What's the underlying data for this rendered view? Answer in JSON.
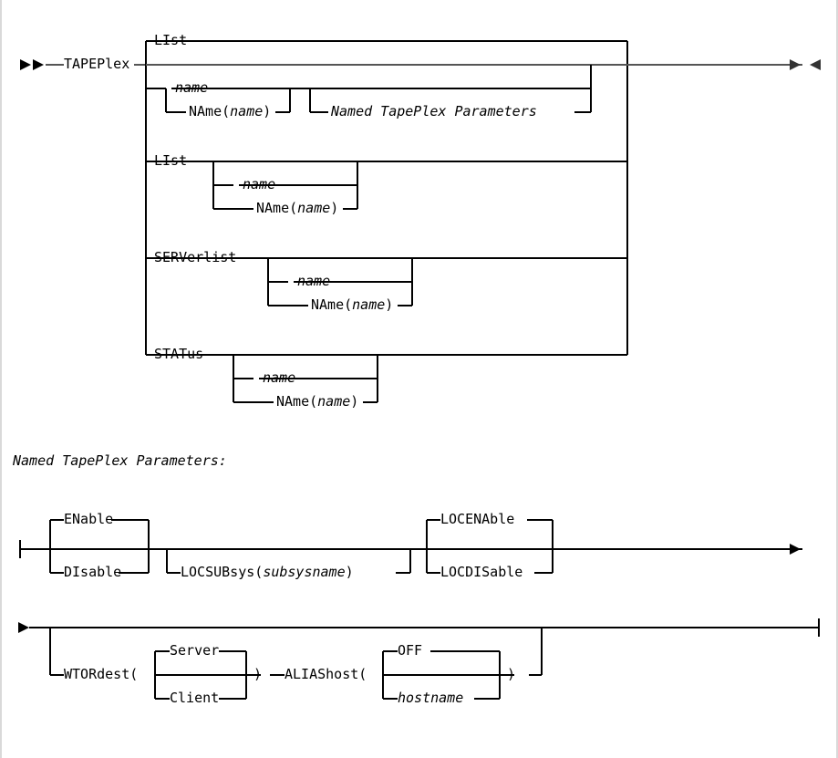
{
  "diagram": {
    "title": "TAPEPlex command syntax railroad diagram",
    "type": "railroad-syntax",
    "main": {
      "start_marker": "►►",
      "end_marker": "►◄",
      "keyword": "TAPEPlex",
      "branches": [
        {
          "id": "b1-list",
          "label": "LIst",
          "kind": "default-top"
        },
        {
          "id": "b1-passthru",
          "label": "",
          "kind": "main-line"
        },
        {
          "id": "b1-name",
          "label": "name",
          "kind": "italic-option"
        },
        {
          "id": "b1-namefn",
          "label": "NAme(name)",
          "kind": "option",
          "italic_arg": "name"
        },
        {
          "id": "b1-params",
          "label": "Named TapePlex Parameters",
          "kind": "fragment-ref"
        },
        {
          "id": "b2-list",
          "label": "LIst",
          "kind": "alternative"
        },
        {
          "id": "b2-name",
          "label": "name",
          "kind": "italic-option"
        },
        {
          "id": "b2-namefn",
          "label": "NAme(name)",
          "kind": "option",
          "italic_arg": "name"
        },
        {
          "id": "b3-serverlist",
          "label": "SERVerlist",
          "kind": "alternative"
        },
        {
          "id": "b3-name",
          "label": "name",
          "kind": "italic-option"
        },
        {
          "id": "b3-namefn",
          "label": "NAme(name)",
          "kind": "option",
          "italic_arg": "name"
        },
        {
          "id": "b4-status",
          "label": "STATus",
          "kind": "alternative"
        },
        {
          "id": "b4-name",
          "label": "name",
          "kind": "italic-option"
        },
        {
          "id": "b4-namefn",
          "label": "NAme(name)",
          "kind": "option",
          "italic_arg": "name"
        }
      ]
    },
    "fragment_heading": "Named TapePlex Parameters:",
    "fragment_row1": {
      "start_marker": "|",
      "end_marker": "►",
      "choices_a": {
        "default": "ENable",
        "alternate": "DIsable"
      },
      "optional_b": {
        "label": "LOCSUBsys(subsysname)",
        "keyword": "LOCSUBsys(",
        "arg": "subsysname",
        "close": ")"
      },
      "choices_c": {
        "default": "LOCENAble",
        "alternate": "LOCDISable"
      }
    },
    "fragment_row2": {
      "start_marker": "►",
      "end_marker": "|",
      "optional_wtordest": {
        "keyword": "WTORdest(",
        "close": ")",
        "choices": {
          "default": "Server",
          "alternate": "Client"
        }
      },
      "optional_aliashost": {
        "keyword": "ALIAShost(",
        "close": ")",
        "choices": {
          "default": "OFF",
          "alternate": "hostname",
          "alternate_italic": true
        }
      }
    },
    "labels": {
      "tapeplex": "TAPEPlex",
      "list_1": "LIst",
      "name_1": "name",
      "namefn_1_pre": "NAme(",
      "namefn_1_arg": "name",
      "namefn_1_post": ")",
      "params_ref": "Named TapePlex Parameters",
      "list_2": "LIst",
      "name_2": "name",
      "namefn_2_pre": "NAme(",
      "namefn_2_arg": "name",
      "namefn_2_post": ")",
      "serverlist": "SERVerlist",
      "name_3": "name",
      "namefn_3_pre": "NAme(",
      "namefn_3_arg": "name",
      "namefn_3_post": ")",
      "status": "STATus",
      "name_4": "name",
      "namefn_4_pre": "NAme(",
      "namefn_4_arg": "name",
      "namefn_4_post": ")",
      "heading": "Named TapePlex Parameters:",
      "enable": "ENable",
      "disable": "DIsable",
      "locsubsys_pre": "LOCSUBsys(",
      "locsubsys_arg": "subsysname",
      "locsubsys_post": ")",
      "locenable": "LOCENAble",
      "locdisable": "LOCDISable",
      "wtordest_pre": "WTORdest(",
      "wtordest_post": ")",
      "server": "Server",
      "client": "Client",
      "aliashost_pre": "ALIAShost(",
      "aliashost_post": ")",
      "off": "OFF",
      "hostname": "hostname",
      "start_arrows": "►►",
      "end_arrows": "►◄"
    },
    "colors": {
      "line": "#000000",
      "main_line": "#555555",
      "background": "#ffffff",
      "text": "#000000"
    }
  }
}
